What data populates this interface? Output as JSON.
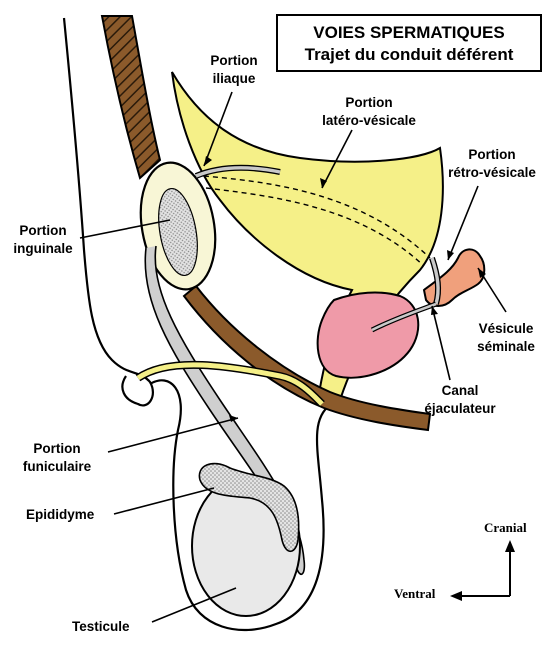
{
  "title": {
    "line1": "VOIES SPERMATIQUES",
    "line2": "Trajet du conduit déférent"
  },
  "labels": {
    "portion_iliaque": [
      "Portion",
      "iliaque"
    ],
    "portion_latero_vesicale": [
      "Portion",
      "latéro-vésicale"
    ],
    "portion_retro_vesicale": [
      "Portion",
      "rétro-vésicale"
    ],
    "portion_inguinale": [
      "Portion",
      "inguinale"
    ],
    "vesicule_seminale": [
      "Vésicule",
      "séminale"
    ],
    "canal_ejaculateur": [
      "Canal",
      "éjaculateur"
    ],
    "portion_funiculaire": [
      "Portion",
      "funiculaire"
    ],
    "epididyme": "Epididyme",
    "testicule": "Testicule"
  },
  "orientation": {
    "cranial": "Cranial",
    "ventral": "Ventral"
  },
  "colors": {
    "bladder": "#f5f088",
    "prostate": "#ef9aa8",
    "vesicle": "#f0a07c",
    "urethra": "#8b5a2b",
    "duct": "#c4c4c4",
    "stipple": "#bdbdbd"
  }
}
